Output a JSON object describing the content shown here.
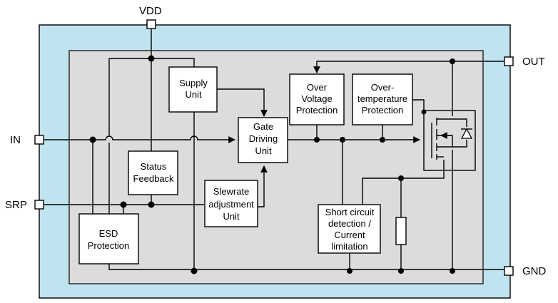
{
  "colors": {
    "outer_fill": "#bfe3ef",
    "inner_fill": "#dcdcdc",
    "block_fill": "#ffffff",
    "line": "#000000"
  },
  "pins": {
    "vdd": "VDD",
    "in": "IN",
    "srp": "SRP",
    "out": "OUT",
    "gnd": "GND"
  },
  "blocks": {
    "supply_unit": [
      "Supply",
      "Unit"
    ],
    "status_feedback": [
      "Status",
      "Feedback"
    ],
    "gate_driving_unit": [
      "Gate",
      "Driving",
      "Unit"
    ],
    "slewrate_adjustment_unit": [
      "Slewrate",
      "adjustment",
      "Unit"
    ],
    "over_voltage_protection": [
      "Over",
      "Voltage",
      "Protection"
    ],
    "over_temperature_protection": [
      "Over-",
      "temperature",
      "Protection"
    ],
    "esd_protection": [
      "ESD",
      "Protection"
    ],
    "short_circuit_detection": [
      "Short circuit",
      "detection /",
      "Current",
      "limitation"
    ]
  },
  "icons": {
    "power_switch": "n-channel-mosfet-icon",
    "body_diode": "diode-icon",
    "shunt_resistor": "resistor-icon"
  }
}
